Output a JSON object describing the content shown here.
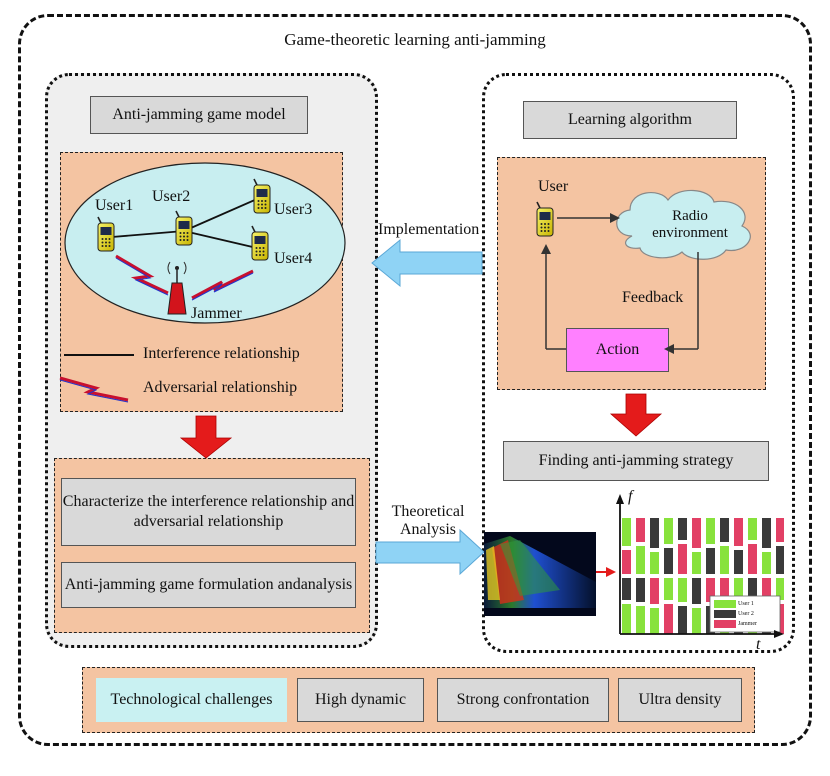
{
  "title": "Game-theoretic learning anti-jamming",
  "left": {
    "header": "Anti-jamming game model",
    "network": {
      "users": [
        "User1",
        "User2",
        "User3",
        "User4"
      ],
      "jammer": "Jammer"
    },
    "legend": {
      "interference": "Interference relationship",
      "adversarial": "Adversarial relationship"
    },
    "box1": "Characterize the interference relationship and adversarial relationship",
    "box2": "Anti-jamming game formulation andanalysis"
  },
  "right": {
    "header": "Learning algorithm",
    "user": "User",
    "radio": "Radio environment",
    "feedback": "Feedback",
    "action": "Action",
    "strategy": "Finding anti-jamming strategy",
    "axis_y": "f",
    "axis_x": "t",
    "legend": [
      "User 1",
      "User 2",
      "Jammer"
    ]
  },
  "arrows": {
    "implementation": "Implementation",
    "theoretical_l1": "Theoretical",
    "theoretical_l2": "Analysis"
  },
  "challenges": {
    "label": "Technological challenges",
    "items": [
      "High dynamic",
      "Strong confrontation",
      "Ultra density"
    ]
  },
  "colors": {
    "salmon": "#f4c4a2",
    "ellipse": "#c8eef0",
    "action": "#ff80ff",
    "cyan_label": "#c9f1f2",
    "red_arrow": "#e41b1b",
    "blue_arrow": "#8fd3f5",
    "user1_band": "#88e23c",
    "user2_band": "#3a3a3a",
    "jammer_band": "#e24065"
  }
}
